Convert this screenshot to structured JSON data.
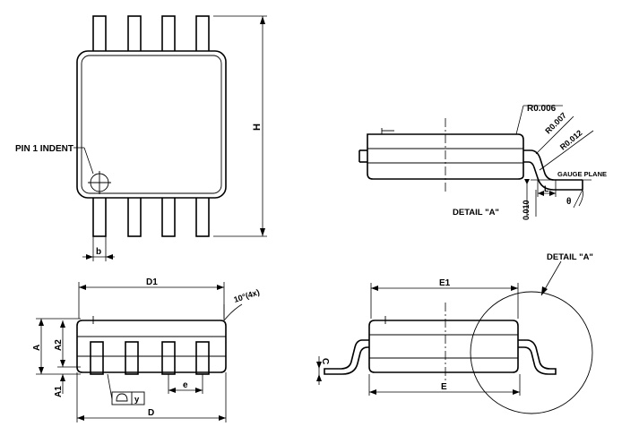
{
  "labels": {
    "pin1": "PIN 1 INDENT",
    "H": "H",
    "b": "b",
    "r006": "R0.006",
    "r007": "R0.007",
    "r012": "R0.012",
    "gauge": "GAUGE PLANE",
    "L": "L",
    "theta": "θ",
    "d010": "0.010",
    "detailA": "DETAIL \"A\"",
    "detailA_callout": "DETAIL \"A\"",
    "D1": "D1",
    "angle": "10°(4x)",
    "A": "A",
    "A2": "A2",
    "A1": "A1",
    "y": "y",
    "e": "e",
    "D": "D",
    "E1": "E1",
    "E": "E",
    "C": "C"
  }
}
